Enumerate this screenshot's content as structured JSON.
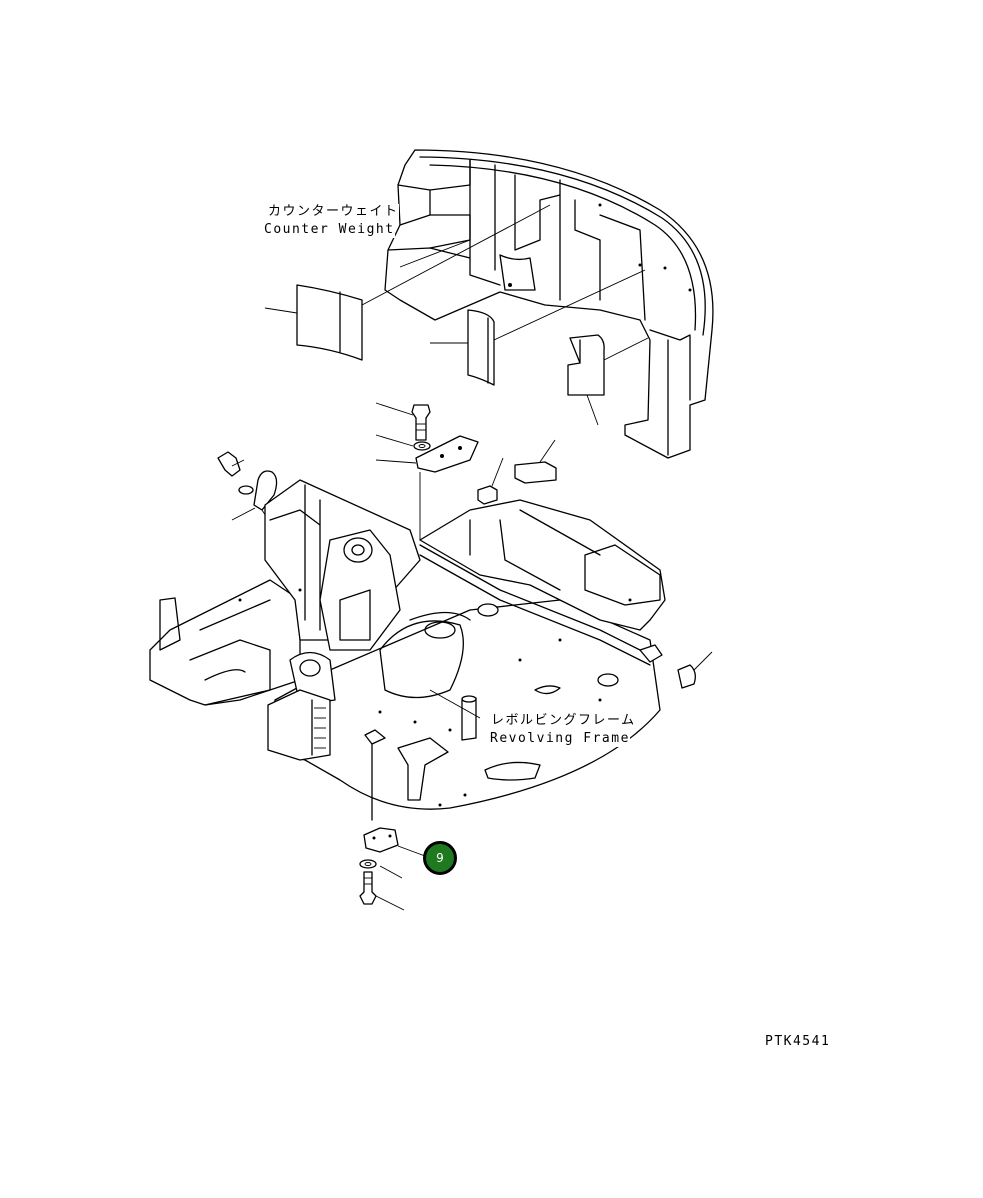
{
  "labels": {
    "counter_weight_jp": "カウンターウェイト",
    "counter_weight_en": "Counter Weight",
    "revolving_frame_jp": "レボルビングフレーム",
    "revolving_frame_en": "Revolving Frame",
    "drawing_id": "PTK4541"
  },
  "callouts": [
    {
      "number": "9",
      "color": "#1f7a1f"
    }
  ]
}
